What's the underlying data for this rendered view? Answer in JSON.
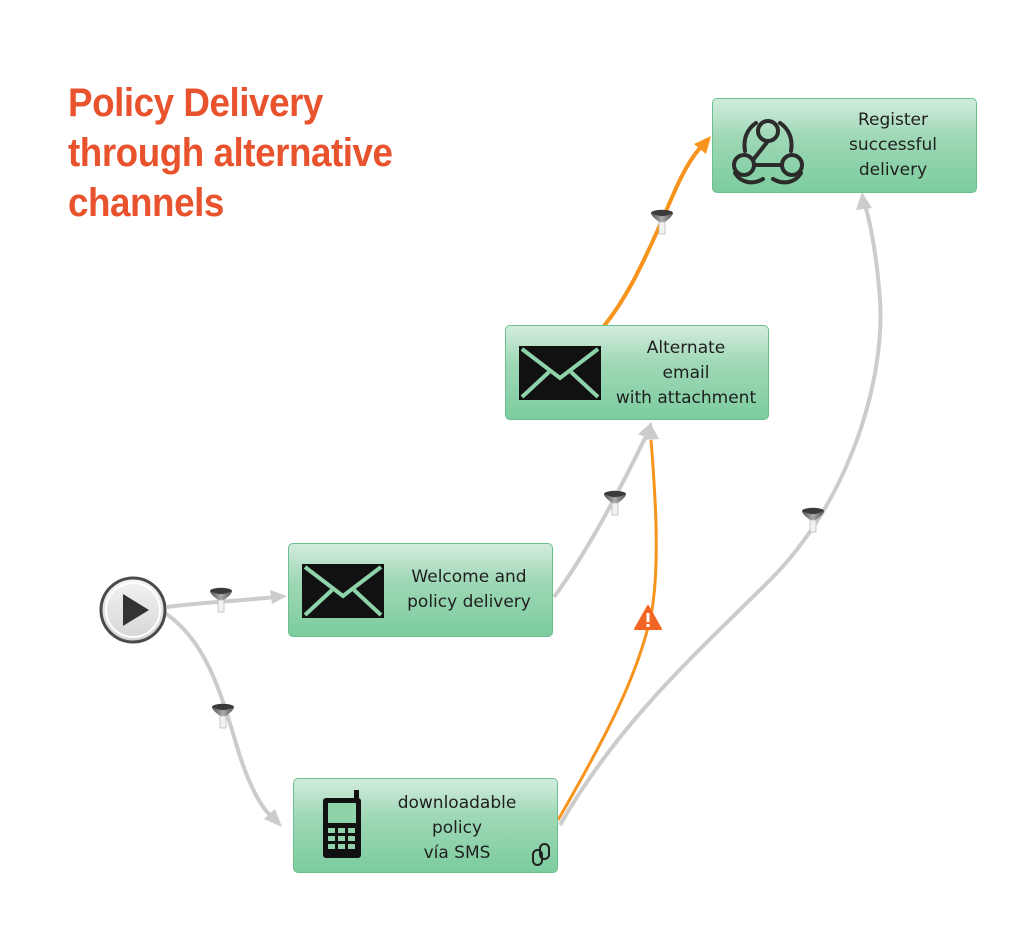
{
  "title": {
    "lines": [
      "Policy Delivery",
      "through alternative",
      "channels"
    ]
  },
  "colors": {
    "title": "#e8532d",
    "node_fill": "#8fd3ab",
    "connector_default": "#cccccc",
    "connector_highlight": "#f7941d",
    "warning": "#f26522"
  },
  "nodes": {
    "register": {
      "icon": "webhook-icon",
      "lines": [
        "Register",
        "successful",
        "delivery"
      ]
    },
    "alternate_email": {
      "icon": "envelope-icon",
      "lines": [
        "Alternate",
        "email",
        "with attachment"
      ]
    },
    "welcome": {
      "icon": "envelope-icon",
      "lines": [
        "Welcome and",
        "policy delivery"
      ]
    },
    "sms": {
      "icon": "mobile-phone-icon",
      "lines": [
        "downloadable",
        "policy",
        "vía SMS"
      ],
      "badge": "link-icon"
    }
  },
  "start": {
    "icon": "play-icon"
  },
  "connectors": [
    {
      "from": "start",
      "to": "welcome",
      "style": "default",
      "filter": "funnel-icon"
    },
    {
      "from": "start",
      "to": "sms",
      "style": "default",
      "filter": "funnel-icon"
    },
    {
      "from": "welcome",
      "to": "alternate_email",
      "style": "default",
      "filter": "funnel-icon"
    },
    {
      "from": "sms",
      "to": "alternate_email",
      "style": "highlight",
      "marker": "warning-icon"
    },
    {
      "from": "sms",
      "to": "register",
      "style": "default",
      "filter": "funnel-icon"
    },
    {
      "from": "alternate_email",
      "to": "register",
      "style": "highlight",
      "filter": "funnel-icon"
    }
  ]
}
